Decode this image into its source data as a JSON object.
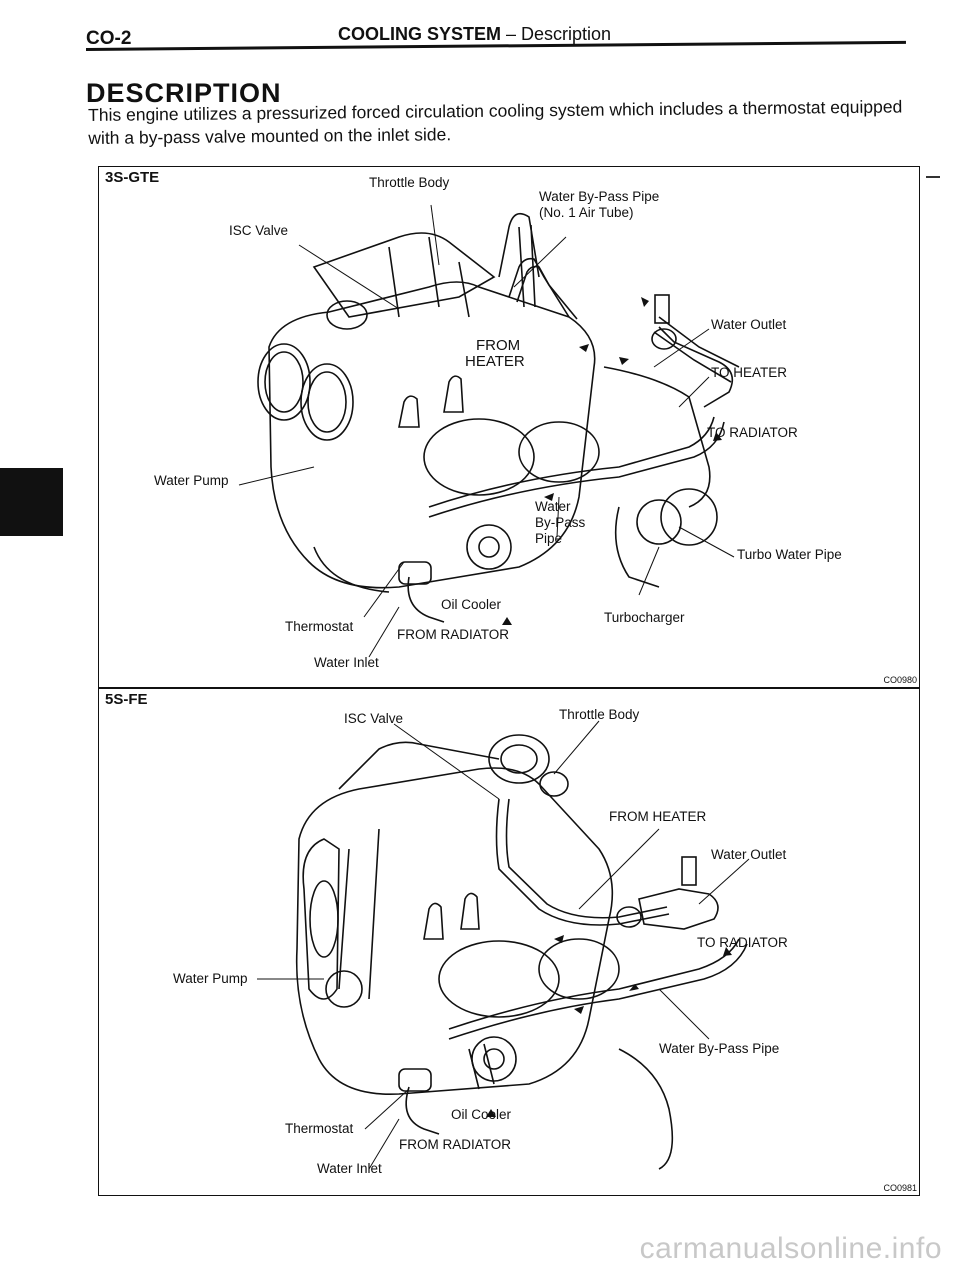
{
  "header": {
    "page_code": "CO-2",
    "section_bold": "COOLING SYSTEM",
    "section_rest": " – Description"
  },
  "description": {
    "heading": "DESCRIPTION",
    "body": "This engine utilizes a pressurized forced circulation cooling system which includes a thermostat equipped with a by-pass valve mounted on the inlet side."
  },
  "figures": [
    {
      "engine": "3S-GTE",
      "code": "CO0980",
      "labels": {
        "throttle_body": "Throttle Body",
        "water_bypass_pipe_1": "Water By-Pass Pipe",
        "water_bypass_pipe_2": "(No. 1 Air Tube)",
        "isc_valve": "ISC Valve",
        "water_outlet": "Water Outlet",
        "from_heater_1": "FROM",
        "from_heater_2": "HEATER",
        "to_heater": "TO HEATER",
        "to_radiator": "TO RADIATOR",
        "water_pump": "Water Pump",
        "bypass_1": "Water",
        "bypass_2": "By-Pass",
        "bypass_3": "Pipe",
        "turbo_water_pipe": "Turbo Water Pipe",
        "oil_cooler": "Oil Cooler",
        "turbocharger": "Turbocharger",
        "thermostat": "Thermostat",
        "from_radiator": "FROM RADIATOR",
        "water_inlet": "Water Inlet"
      }
    },
    {
      "engine": "5S-FE",
      "code": "CO0981",
      "labels": {
        "isc_valve": "ISC Valve",
        "throttle_body": "Throttle Body",
        "from_heater": "FROM HEATER",
        "water_outlet": "Water Outlet",
        "to_radiator": "TO RADIATOR",
        "water_pump": "Water Pump",
        "water_bypass_pipe": "Water By-Pass Pipe",
        "thermostat": "Thermostat",
        "oil_cooler": "Oil Cooler",
        "from_radiator": "FROM RADIATOR",
        "water_inlet": "Water Inlet"
      }
    }
  ],
  "watermark": "carmanualsonline.info"
}
